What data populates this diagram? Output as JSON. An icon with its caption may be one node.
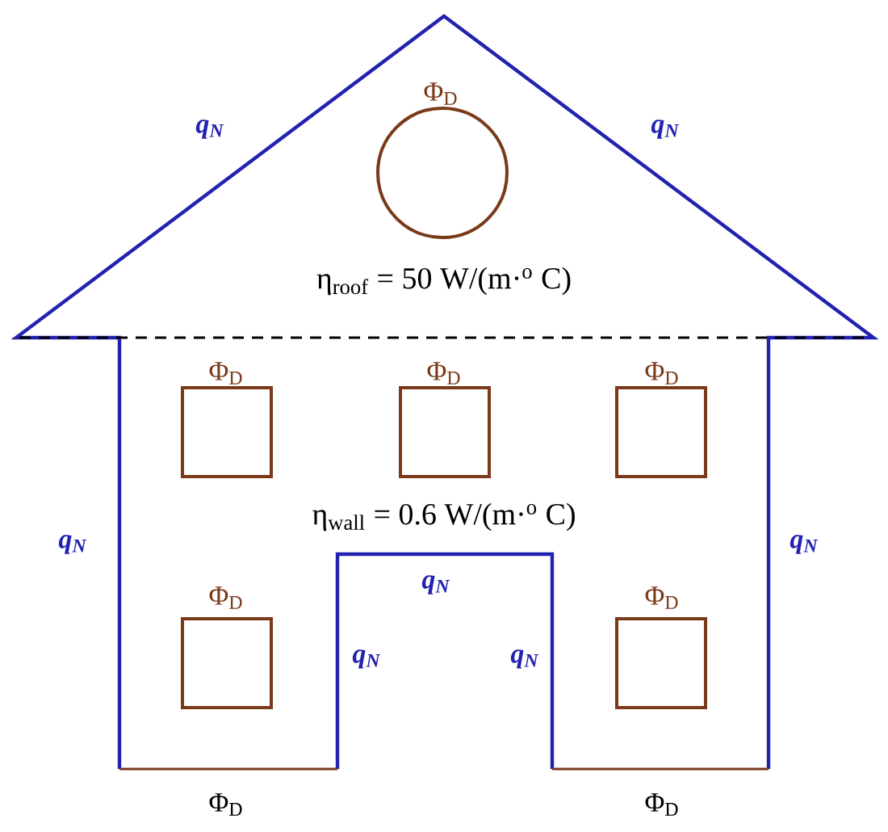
{
  "diagram": {
    "labels": [
      "q$_{N}$",
      "Φ$_{D}$",
      "q$_{N}$",
      "η$_{roof}$ = 50 W/(m·$^{o}$ C)",
      "Φ$_{D}$",
      "Φ$_{D}$",
      "Φ$_{D}$",
      "q$_{N}$",
      "η$_{wall}$ = 0.6 W/(m·$^{o}$ C)",
      "q$_{N}$",
      "q$_{N}$",
      "Φ$_{D}$",
      "Φ$_{D}$",
      "q$_{N}$",
      "q$_{N}$",
      "Φ$_{D}$",
      "Φ$_{D}$"
    ]
  }
}
